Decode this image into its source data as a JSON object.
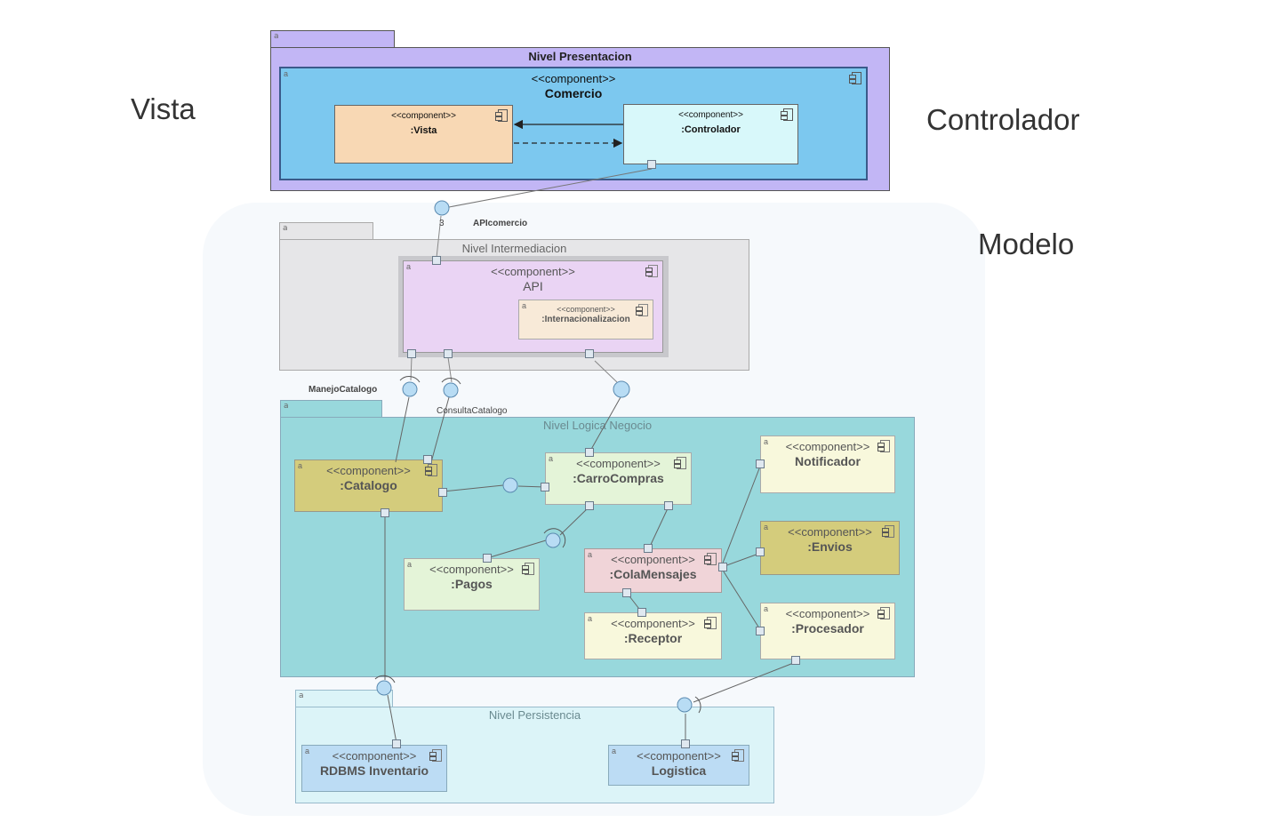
{
  "side_labels": {
    "vista": "Vista",
    "controlador": "Controlador",
    "modelo": "Modelo"
  },
  "packages": {
    "presentacion": "Nivel Presentacion",
    "intermediacion": "Nivel Intermediacion",
    "logica": "Nivel Logica Negocio",
    "persistencia": "Nivel Persistencia"
  },
  "stereotype": "<<component>>",
  "components": {
    "comercio": "Comercio",
    "vista": ":Vista",
    "controlador": ":Controlador",
    "api": "API",
    "internacionalizacion": ":Internacionalizacion",
    "catalogo": ":Catalogo",
    "carro": ":CarroCompras",
    "notificador": "Notificador",
    "envios": ":Envios",
    "pagos": ":Pagos",
    "cola": ":ColaMensajes",
    "receptor": ":Receptor",
    "procesador": ":Procesador",
    "rdbms": "RDBMS Inventario",
    "logistica": "Logistica"
  },
  "interfaces": {
    "apicomercio": "APIcomercio",
    "manejo": "ManejoCatalogo",
    "consulta": "ConsultaCatalogo",
    "multiplicity": "3"
  },
  "colors": {
    "presentacion": "#c2b6f5",
    "comercio": "#7cc8ef",
    "vista": "#f8d8b4",
    "controlador": "#d8f8fa",
    "intermediacion": "#e6e6e8",
    "api": "#ead4f4",
    "logica": "#98d8dc",
    "olive": "#d4cc7c",
    "green": "#e4f4d8",
    "cream": "#f8f8dc",
    "pink": "#f0d4d8",
    "persistencia": "#dcf4f8",
    "blue": "#bcdcf4"
  }
}
